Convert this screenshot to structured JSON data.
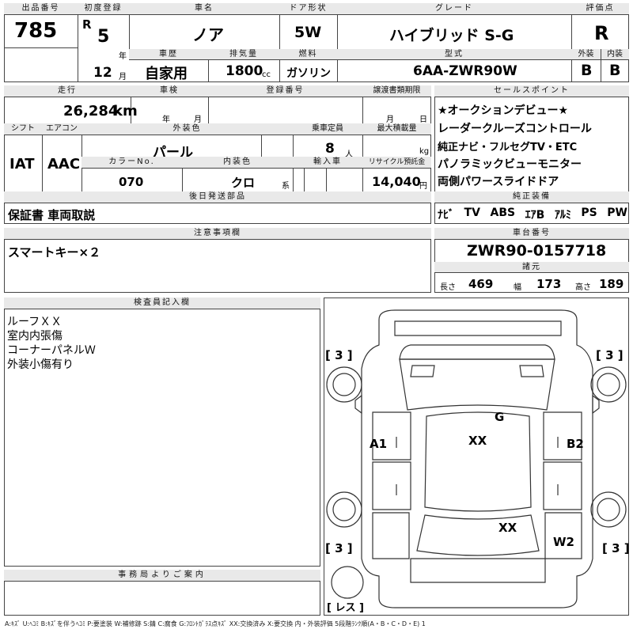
{
  "lot": {
    "label": "出品番号",
    "value": "785"
  },
  "first_reg": {
    "label": "初度登録",
    "era": "R",
    "year": "5",
    "year_unit": "年",
    "month": "12",
    "month_unit": "月"
  },
  "car_name": {
    "label": "車名",
    "value": "ノア"
  },
  "door": {
    "label": "ドア形状",
    "value": "5W"
  },
  "grade": {
    "label": "グレード",
    "value": "ハイブリッド S-G"
  },
  "score": {
    "label": "評価点",
    "value": "R",
    "ext_label": "外装",
    "ext_value": "B",
    "int_label": "内装",
    "int_value": "B"
  },
  "history": {
    "label": "車歴",
    "value": "自家用"
  },
  "displacement": {
    "label": "排気量",
    "value": "1800",
    "unit": "cc"
  },
  "fuel": {
    "label": "燃料",
    "value": "ガソリン"
  },
  "model": {
    "label": "型式",
    "value": "6AA-ZWR90W"
  },
  "mileage": {
    "label": "走行",
    "value": "26,284",
    "unit": "km"
  },
  "inspection": {
    "label": "車検",
    "year_unit": "年",
    "month_unit": "月"
  },
  "reg_no": {
    "label": "登録番号"
  },
  "transfer": {
    "label": "譲渡書類期限",
    "month_unit": "月",
    "day_unit": "日"
  },
  "shift": {
    "label": "シフト",
    "value": "IAT"
  },
  "aircon": {
    "label": "エアコン",
    "value": "AAC"
  },
  "ext_color": {
    "label": "外装色",
    "value": "パール"
  },
  "color_no": {
    "label": "カラーNo.",
    "value": "070"
  },
  "int_color": {
    "label": "内装色",
    "value": "クロ",
    "unit": "系"
  },
  "capacity": {
    "label": "乗車定員",
    "value": "8",
    "unit": "人"
  },
  "max_load": {
    "label": "最大積載量",
    "unit": "kg"
  },
  "import": {
    "label": "輸入車"
  },
  "recycle": {
    "label": "リサイクル預託金",
    "value": "14,040",
    "unit": "円"
  },
  "later_items": {
    "label": "後日発送部品",
    "value": "保証書 車両取説"
  },
  "sales_points": {
    "label": "セールスポイント",
    "items": [
      "★オークションデビュー★",
      "レーダークルーズコントロール",
      "純正ナビ・フルセグTV・ETC",
      "パノラミックビューモニター",
      "両側パワースライドドア"
    ]
  },
  "equipment": {
    "label": "純正装備",
    "items": [
      "ﾅﾋﾞ",
      "TV",
      "ABS",
      "ｴｱB",
      "ｱﾙﾐ",
      "PS",
      "PW"
    ]
  },
  "notes": {
    "label": "注意事項欄",
    "value": "スマートキー×２"
  },
  "chassis": {
    "label": "車台番号",
    "value": "ZWR90-0157718"
  },
  "specs": {
    "label": "諸元",
    "length_label": "長さ",
    "length": "469",
    "width_label": "幅",
    "width": "173",
    "height_label": "高さ",
    "height": "189"
  },
  "inspector": {
    "label": "検査員記入欄",
    "lines": [
      "ルーフＸＸ",
      "室内内張傷",
      "コーナーパネルＷ",
      "外装小傷有り"
    ]
  },
  "diagram": {
    "tire_fl": "[ 3 ]",
    "tire_fr": "[ 3 ]",
    "tire_rl": "[ 3 ]",
    "tire_rr": "[ 3 ]",
    "spare": "[ レス ]",
    "marks": [
      {
        "label": "G"
      },
      {
        "label": "XX"
      },
      {
        "label": "A1"
      },
      {
        "label": "B2"
      },
      {
        "label": "XX"
      },
      {
        "label": "W2"
      }
    ]
  },
  "office": {
    "label": "事務局よりご案内"
  },
  "legend": "A:ｷｽﾞ U:ﾍｺﾐ B:ｷｽﾞを伴うﾍｺﾐ P:要塗装 W:補修跡 S:錆 C:腐食 G:ﾌﾛﾝﾄｶﾞﾗｽ点ｷｽﾞ XX:交換済み X:要交換 内・外装評価 5段階ﾗﾝｸ順(A・B・C・D・E) 1"
}
